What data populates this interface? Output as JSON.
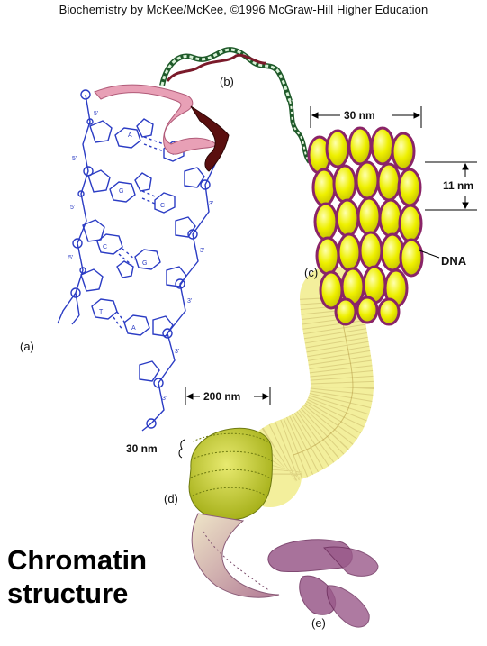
{
  "credit": "Biochemistry by McKee/McKee, ©1996 McGraw-Hill Higher Education",
  "title": {
    "line1": "Chromatin",
    "line2": "structure"
  },
  "panels": {
    "a": "(a)",
    "b": "(b)",
    "c": "(c)",
    "d": "(d)",
    "e": "(e)"
  },
  "dimensions": {
    "nucleosome_fiber_width": "30 nm",
    "nucleosome_spacing": "11 nm",
    "dna_label": "DNA",
    "loop_width": "200 nm",
    "loop_thickness": "30 nm"
  },
  "colors": {
    "dna_backbone": "#2b3cc4",
    "nucleosome_fill": "#eef000",
    "nucleosome_rim": "#8a2468",
    "fiber_pale": "#f6f39a",
    "helix_pink": "#e8a0b6",
    "helix_dark": "#5a0f0f",
    "chromosome": "#9a5a8a"
  }
}
